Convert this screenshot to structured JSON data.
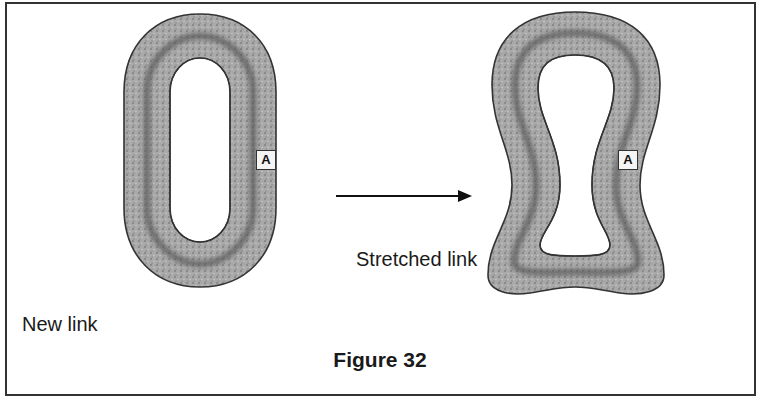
{
  "diagram": {
    "caption": "Figure 32",
    "nodes": [
      {
        "text": [
          "A"
        ]
      },
      {
        "text": [
          "A"
        ]
      }
    ],
    "labels": [
      "New link",
      "Stretched link"
    ]
  }
}
